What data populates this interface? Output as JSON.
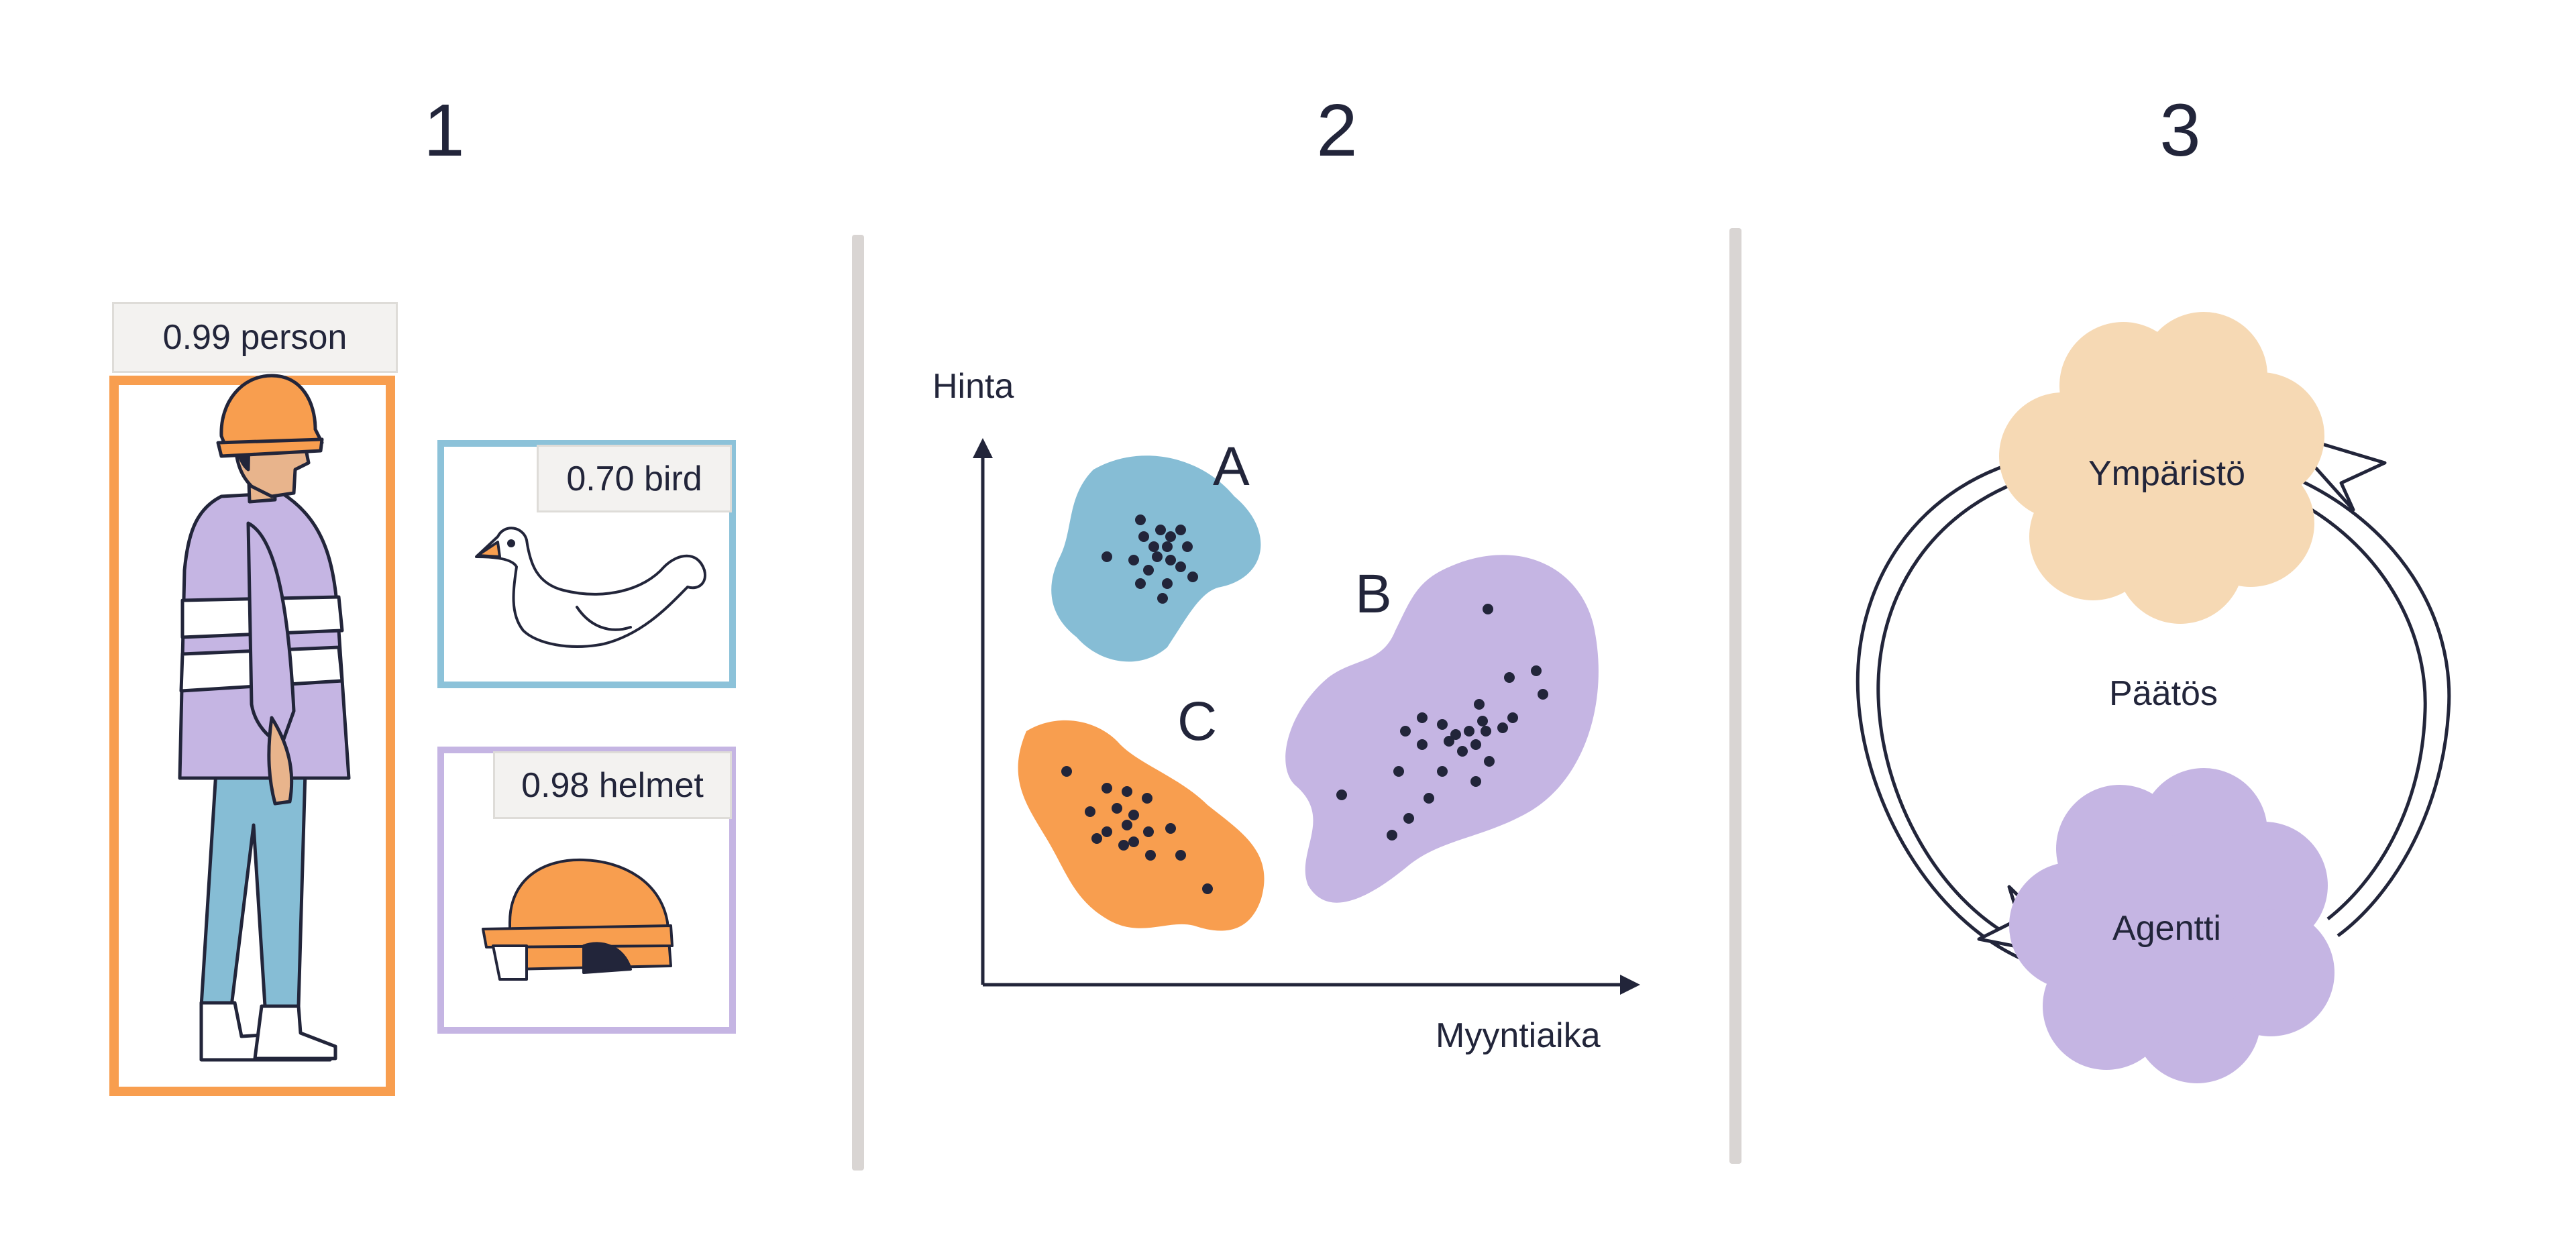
{
  "panels": [
    {
      "number": "1",
      "detections": [
        {
          "label": "0.99 person",
          "color": "#f89e4f"
        },
        {
          "label": "0.70 bird",
          "color": "#8cc2d9"
        },
        {
          "label": "0.98 helmet",
          "color": "#c3b4e2"
        }
      ]
    },
    {
      "number": "2",
      "y_axis_label": "Hinta",
      "x_axis_label": "Myyntiaika",
      "clusters": [
        {
          "letter": "A",
          "color": "#86bdd5"
        },
        {
          "letter": "B",
          "color": "#c5b5e3"
        },
        {
          "letter": "C",
          "color": "#f89e4f"
        }
      ]
    },
    {
      "number": "3",
      "environment_label": "Ympäristö",
      "decision_label": "Päätös",
      "agent_label": "Agentti",
      "environment_color": "#f6d9b4",
      "agent_color": "#c5b5e3"
    }
  ],
  "colors": {
    "ink": "#22253a",
    "divider": "#d9d5d3"
  }
}
